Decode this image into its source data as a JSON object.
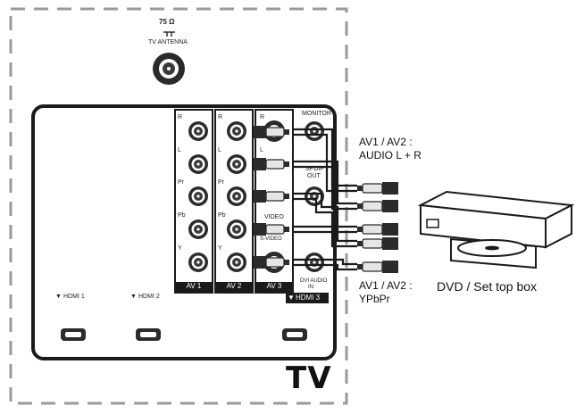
{
  "antenna": {
    "impedance": "75 Ω",
    "label": "TV ANTENNA"
  },
  "tv_label": "TV",
  "av_groups": [
    "AV 1",
    "AV 2",
    "AV 3"
  ],
  "jack_labels": {
    "av1": [
      "R",
      "L",
      "Pr",
      "Pb",
      "Y"
    ],
    "av2": [
      "R",
      "L",
      "Pr",
      "Pb",
      "Y"
    ],
    "av3": [
      "R",
      "L",
      "VIDEO",
      "S-VIDEO"
    ]
  },
  "side_jacks": {
    "monitor": "MONITOR",
    "spdif_line1": "SPDIF",
    "spdif_line2": "OUT",
    "dvi_audio_line1": "DVI AUDIO",
    "dvi_audio_line2": "IN"
  },
  "hdmi": [
    "HDMI 1",
    "HDMI 2",
    "HDMI 3"
  ],
  "callouts": {
    "audio_line1": "AV1 / AV2 :",
    "audio_line2": "AUDIO L + R",
    "video_line1": "AV1 / AV2 :",
    "video_line2": "YPbPr"
  },
  "device_label": "DVD / Set top box",
  "colors": {
    "ink": "#1a1a1a",
    "panel_fill": "#ffffff",
    "dashed_border": "#9a9a9a",
    "group_bar": "#1a1a1a"
  }
}
